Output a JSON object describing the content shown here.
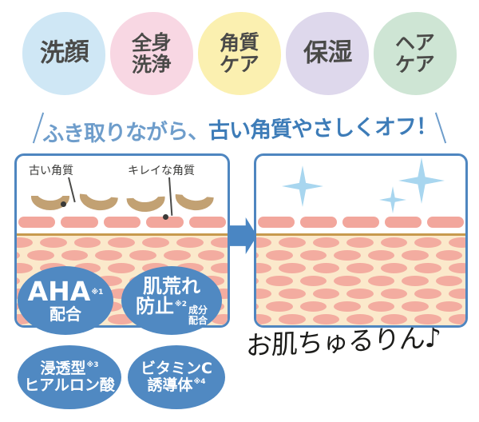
{
  "badges": [
    {
      "name": "cleansing",
      "lines": [
        "洗顔"
      ],
      "color": "#cfe7f5"
    },
    {
      "name": "body-wash",
      "lines": [
        "全身",
        "洗浄"
      ],
      "color": "#f8d7e3"
    },
    {
      "name": "keratin-care",
      "lines": [
        "角質",
        "ケア"
      ],
      "color": "#fbf0b0"
    },
    {
      "name": "moisturize",
      "lines": [
        "保湿"
      ],
      "color": "#ded8ec"
    },
    {
      "name": "hair-care",
      "lines": [
        "ヘア",
        "ケア"
      ],
      "color": "#cee5d4"
    }
  ],
  "headline": {
    "part_a": "ふき取りながら、",
    "part_b": "古い角質やさしくオフ！",
    "color_a": "#6e9dcb",
    "color_b": "#3d7cb8",
    "slash_left": "\\",
    "slash_right": "/"
  },
  "diagram": {
    "before_label_old": "古い角質",
    "before_label_clean": "キレイな角質",
    "arrow": "→",
    "colors": {
      "panel_border": "#4e86c0",
      "epidermis_bar": "#f2a69c",
      "gold_divider": "#c79a4e",
      "dermis_bg": "#fbe9cb",
      "dermis_ellipse": "#f2a69c",
      "keratin_flake": "#c2a173",
      "sparkle": "#a8d6ef",
      "arrow": "#4a86c3"
    }
  },
  "ingredients": [
    {
      "name": "aha",
      "line1": "AHA",
      "sup1": "※1",
      "line2": "配合",
      "color": "#5089c2"
    },
    {
      "name": "anti-rough-skin",
      "line1": "肌荒れ",
      "line2": "防止",
      "sup2": "※2",
      "stack_a": "成分",
      "stack_b": "配合",
      "color": "#5089c2"
    },
    {
      "name": "hyaluronic-acid",
      "line1": "浸透型",
      "sup1": "※3",
      "line2": "ヒアルロン酸",
      "color": "#5089c2"
    },
    {
      "name": "vitamin-c",
      "line1": "ビタミンC",
      "line2": "誘導体",
      "sup2": "※4",
      "color": "#5089c2"
    }
  ],
  "tagline": {
    "text": "お肌ちゅるりん♪",
    "color": "#1c1c1a"
  }
}
